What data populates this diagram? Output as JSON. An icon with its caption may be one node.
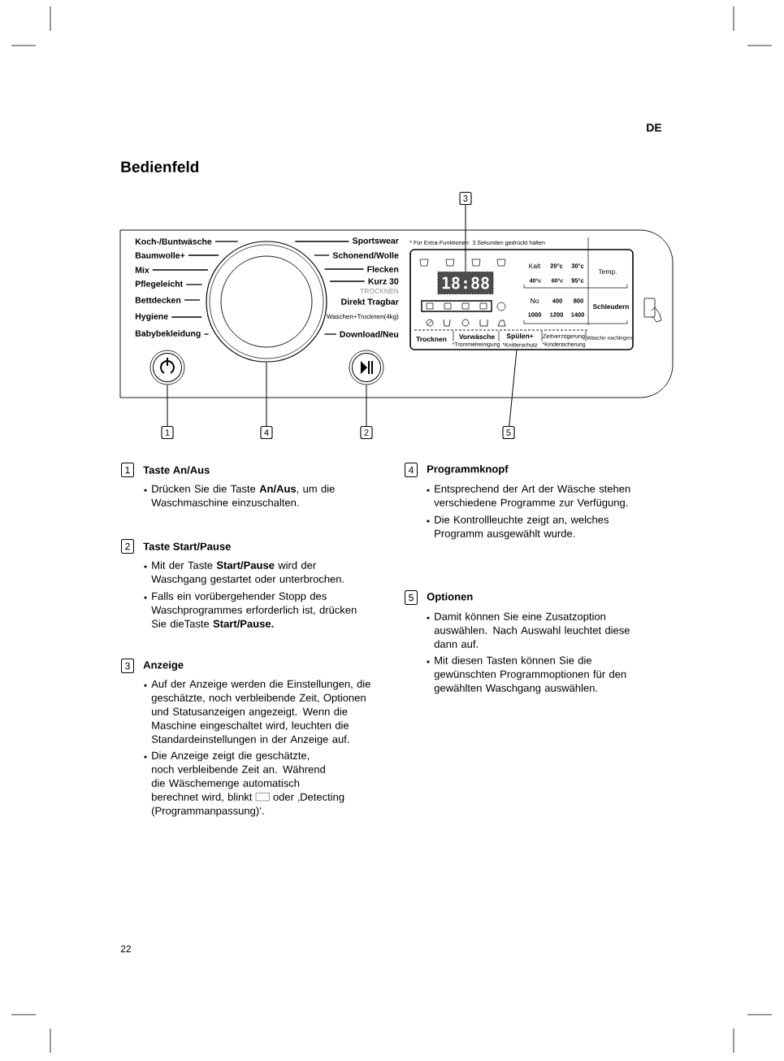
{
  "diagram": {
    "title": "Bedienfeld",
    "nodes": [
      {
        "text": [
          "3"
        ]
      },
      {
        "text": [],
        "shape": "circle"
      },
      {
        "text": [],
        "shape": "circle"
      },
      {
        "text": [],
        "shape": "circle"
      },
      {
        "text": [],
        "shape": "box"
      },
      {
        "text": [
          "18:88"
        ],
        "in": 4
      },
      {
        "text": [
          "1"
        ]
      },
      {
        "text": [
          "4"
        ]
      },
      {
        "text": [
          "2"
        ]
      },
      {
        "text": [
          "5"
        ]
      },
      {
        "text": [
          "1"
        ],
        "beside": [
          "Taste An/Aus"
        ]
      },
      {
        "text": [
          "4"
        ],
        "beside": [
          "Programmknopf"
        ]
      },
      {
        "text": [
          "2"
        ],
        "beside": [
          "Taste Start/Pause"
        ]
      },
      {
        "text": [
          "5"
        ],
        "beside": [
          "Optionen"
        ]
      },
      {
        "text": [
          "3"
        ],
        "beside": [
          "Anzeige"
        ]
      }
    ],
    "edges": [
      {
        "from": 0,
        "to": 5,
        "arrow": "none"
      },
      {
        "from": 6,
        "to": 2,
        "arrow": "none"
      },
      {
        "from": 7,
        "to": 1,
        "arrow": "none"
      },
      {
        "from": 8,
        "to": 3,
        "arrow": "none"
      },
      {
        "from": 9,
        "to": 4,
        "arrow": "none"
      }
    ],
    "labels": [
      "DE",
      "Koch-/Buntwäsche",
      "Baumwolle+",
      "Mix",
      "Pflegeleicht",
      "Bettdecken",
      "Hygiene",
      "Babybekleidung",
      "Sportswear",
      "Schonend/Wolle",
      "Flecken",
      "Kurz 30",
      "TROCKNEN",
      "Direkt Tragbar",
      "Waschen+Trocknen(4kg)",
      "Download/Neu",
      "* Für Extra-Funktionen: 3 Sekunden gedrückt halten",
      "Kalt",
      "20°c",
      "30°c",
      "40°c",
      "60°c",
      "95°c",
      "Temp.",
      "No",
      "400",
      "800",
      "1000",
      "1200",
      "1400",
      "Schleudern",
      "Trocknen",
      "Vorwäsche",
      "*Trommelreinigung",
      "Spülen+",
      "*Knitterschutz",
      "Zeitverzögerung",
      "*Kindersicherung",
      "Wäsche nachlegen",
      "Drücken Sie die Taste **An/Aus**, um die Waschmaschine einzuschalten.",
      "Mit der Taste **Start/Pause** wird der Waschgang gestartet oder unterbrochen.",
      "Falls ein vorübergehender Stopp des Waschprogrammes erforderlich ist, drücken Sie dieTaste **Start/Pause.**",
      "Auf der Anzeige werden die Einstellungen, die geschätzte, noch verbleibende Zeit, Optionen und Statusanzeigen angezeigt. Wenn die Maschine eingeschaltet wird, leuchten die Standardeinstellungen in der Anzeige auf.",
      "Die Anzeige zeigt die geschätzte, noch verbleibende Zeit an. Während die Wäschemenge automatisch berechnet wird, blinkt",
      "oder ‚Detecting (Programmanpassung)‘.",
      "Entsprechend der Art der Wäsche stehen verschiedene Programme zur Verfügung.",
      "Die Kontrollleuchte zeigt an, welches Programm ausgewählt wurde.",
      "Damit können Sie eine Zusatzoption auswählen. Nach Auswahl leuchtet diese dann auf.",
      "Mit diesen Tasten können Sie die gewünschten Programmoptionen für den gewählten Waschgang auswählen.",
      "22"
    ]
  }
}
